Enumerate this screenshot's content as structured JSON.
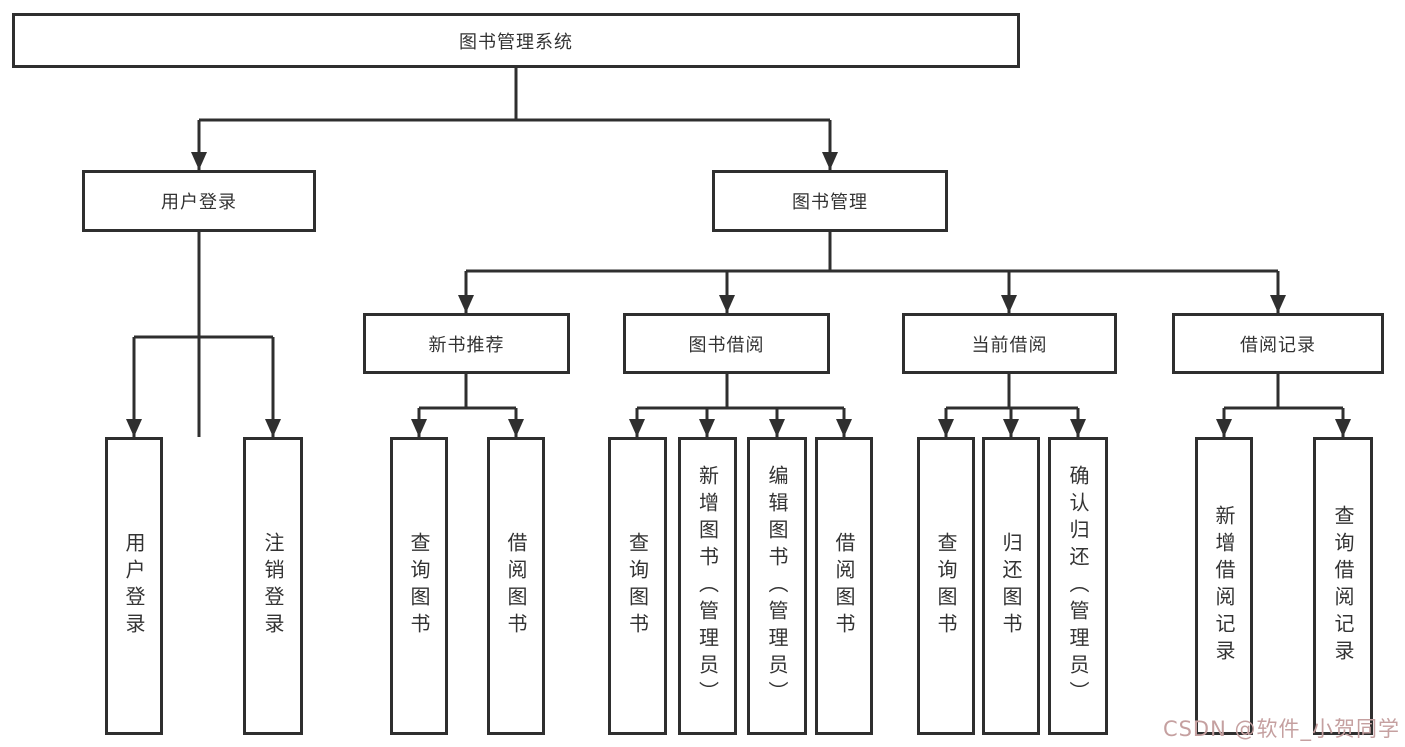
{
  "tree": {
    "label": "图书管理系统",
    "children": [
      {
        "label": "用户登录",
        "children": [
          {
            "label": "用户登录"
          },
          {
            "label": "注销登录"
          }
        ]
      },
      {
        "label": "图书管理",
        "children": [
          {
            "label": "新书推荐",
            "children": [
              {
                "label": "查询图书"
              },
              {
                "label": "借阅图书"
              }
            ]
          },
          {
            "label": "图书借阅",
            "children": [
              {
                "label": "查询图书"
              },
              {
                "label": "新增图书（管理员）"
              },
              {
                "label": "编辑图书（管理员）"
              },
              {
                "label": "借阅图书"
              }
            ]
          },
          {
            "label": "当前借阅",
            "children": [
              {
                "label": "查询图书"
              },
              {
                "label": "归还图书"
              },
              {
                "label": "确认归还（管理员）"
              }
            ]
          },
          {
            "label": "借阅记录",
            "children": [
              {
                "label": "新增借阅记录"
              },
              {
                "label": "查询借阅记录"
              }
            ]
          }
        ]
      }
    ]
  },
  "watermark": "CSDN @软件_小贺同学",
  "colors": {
    "line": "#2f2f2f",
    "box_border": "#2f2f2f",
    "box_background": "#ffffff",
    "text": "#333333",
    "watermark": "#c5a0a0",
    "page_background": "#ffffff"
  }
}
